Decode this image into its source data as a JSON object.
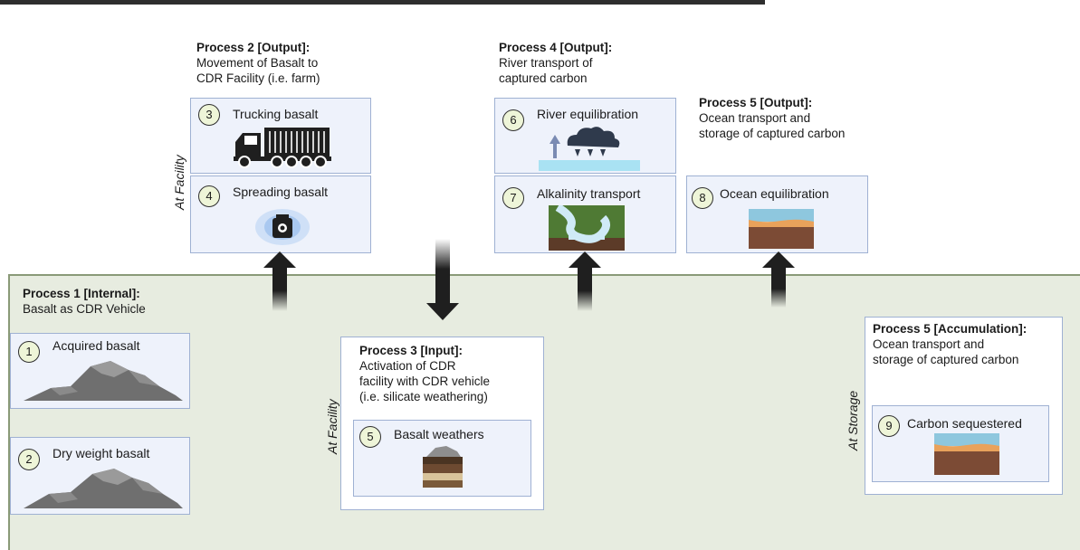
{
  "processes": {
    "p1": {
      "title": "Process 1 [Internal]:",
      "desc": "Basalt as CDR Vehicle"
    },
    "p2": {
      "title": "Process 2 [Output]:",
      "line1": "Movement of Basalt to",
      "line2": "CDR Facility (i.e. farm)"
    },
    "p3": {
      "title": "Process 3 [Input]:",
      "line1": "Activation of CDR",
      "line2": "facility with CDR vehicle",
      "line3": "(i.e. silicate weathering)"
    },
    "p4": {
      "title": "Process 4 [Output]:",
      "line1": "River transport of",
      "line2": "captured carbon"
    },
    "p5out": {
      "title": "Process 5 [Output]:",
      "line1": "Ocean transport and",
      "line2": "storage of captured carbon"
    },
    "p5acc": {
      "title": "Process 5 [Accumulation]:",
      "line1": "Ocean transport and",
      "line2": "storage of captured carbon"
    }
  },
  "steps": [
    {
      "num": "1",
      "label": "Acquired basalt",
      "icon": "basalt-rock-icon"
    },
    {
      "num": "2",
      "label": "Dry weight basalt",
      "icon": "basalt-rock-icon"
    },
    {
      "num": "3",
      "label": "Trucking basalt",
      "icon": "truck-icon"
    },
    {
      "num": "4",
      "label": "Spreading basalt",
      "icon": "tractor-icon"
    },
    {
      "num": "5",
      "label": "Basalt weathers",
      "icon": "soil-profile-icon"
    },
    {
      "num": "6",
      "label": "River equilibration",
      "icon": "rain-cloud-icon"
    },
    {
      "num": "7",
      "label": "Alkalinity transport",
      "icon": "river-valley-icon"
    },
    {
      "num": "8",
      "label": "Ocean equilibration",
      "icon": "ocean-sediment-icon"
    },
    {
      "num": "9",
      "label": "Carbon sequestered",
      "icon": "ocean-sediment-icon"
    }
  ],
  "side_labels": {
    "facility_top": "At Facility",
    "facility_mid": "At Facility",
    "storage": "At Storage"
  },
  "colors": {
    "ground": "#e7ece0",
    "box_fill": "#eef2fb",
    "box_border": "#9fb1d3",
    "number_fill": "#eef5d8",
    "arrow": "#1f1f1f"
  }
}
